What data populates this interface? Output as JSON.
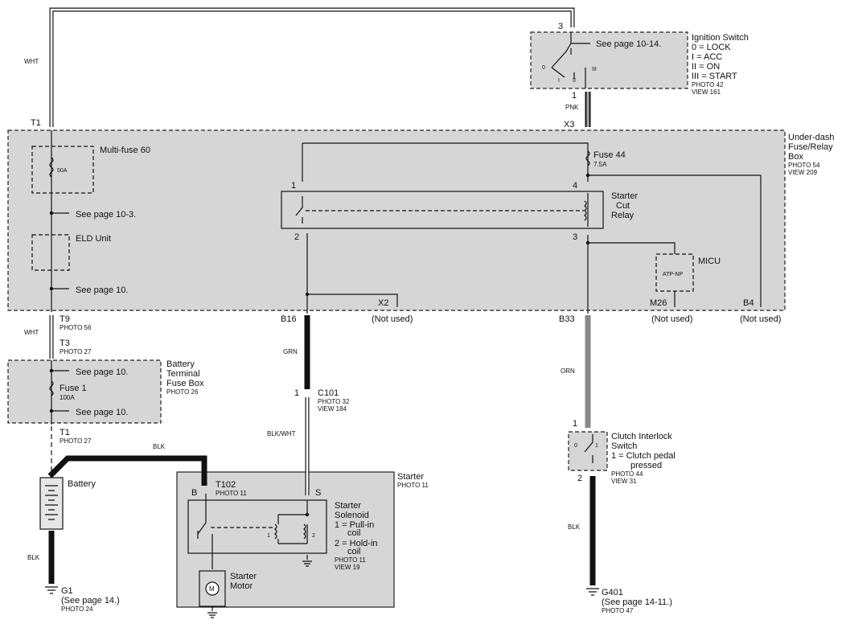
{
  "wires": {
    "wht_top": "WHT",
    "wht_mid": "WHT",
    "pnk": "PNK",
    "grn": "GRN",
    "orn": "ORN",
    "blk_wht": "BLK/WHT",
    "blk_battery": "BLK",
    "blk_ground": "BLK",
    "blk_clutch": "BLK"
  },
  "connectors": {
    "t1_top": "T1",
    "x3": "X3",
    "t9": "T9",
    "t9_photo": "PHOTO 56",
    "t3": "T3",
    "t3_photo": "PHOTO 27",
    "t1_bottom": "T1",
    "t1_bottom_photo": "PHOTO 27",
    "b16": "B16",
    "b33": "B33",
    "x2": "X2",
    "m26": "M26",
    "b4": "B4",
    "c101": "C101",
    "c101_photo": "PHOTO 32",
    "c101_view": "VIEW 184",
    "t102": "T102",
    "t102_photo": "PHOTO 11",
    "not_used_x2": "(Not used)",
    "not_used_m26": "(Not used)",
    "not_used_b4": "(Not used)"
  },
  "pins": {
    "ign_3": "3",
    "ign_1": "1",
    "relay_1": "1",
    "relay_4": "4",
    "relay_2": "2",
    "relay_3": "3",
    "c101_1": "1",
    "clutch_1": "1",
    "clutch_2": "2",
    "starter_b": "B",
    "starter_s": "S",
    "coil_1": "1",
    "coil_2": "2",
    "sw_0": "0",
    "sw_1": "1",
    "ign_pos_0": "0",
    "ign_pos_i": "I",
    "ign_pos_ii": "II",
    "ign_pos_iii": "III"
  },
  "ignition_switch": {
    "title": "Ignition Switch",
    "line1": "0 = LOCK",
    "line2": "I = ACC",
    "line3": "II = ON",
    "line4": "III = START",
    "photo": "PHOTO 42",
    "view": "VIEW 161",
    "see_page": "See page 10-14."
  },
  "underdash": {
    "title1": "Under-dash",
    "title2": "Fuse/Relay",
    "title3": "Box",
    "photo": "PHOTO 54",
    "view": "VIEW 209",
    "multifuse": "Multi-fuse 60",
    "multifuse_rating": "50A",
    "see_10_3": "See page 10-3.",
    "eld": "ELD Unit",
    "see_10": "See page 10.",
    "fuse44": "Fuse 44",
    "fuse44_rating": "7.5A",
    "relay_l1": "Starter",
    "relay_l2": "Cut",
    "relay_l3": "Relay",
    "micu": "MICU",
    "micu_inner": "ATP-NP"
  },
  "battery_box": {
    "title1": "Battery",
    "title2": "Terminal",
    "title3": "Fuse Box",
    "photo": "PHOTO 26",
    "see1": "See page 10.",
    "fuse1": "Fuse 1",
    "fuse1_rating": "100A",
    "see2": "See page 10."
  },
  "battery": {
    "label": "Battery"
  },
  "g1": {
    "label": "G1",
    "see": "(See page 14.)",
    "photo": "PHOTO 24"
  },
  "g401": {
    "label": "G401",
    "see": "(See page 14-11.)",
    "photo": "PHOTO 47"
  },
  "starter": {
    "title": "Starter",
    "photo": "PHOTO 11",
    "solenoid1": "Starter",
    "solenoid2": "Solenoid",
    "sol_l3": "1 = Pull-in",
    "sol_l4": "coil",
    "sol_l5": "2 = Hold-in",
    "sol_l6": "coil",
    "sol_photo": "PHOTO 11",
    "sol_view": "VIEW 19",
    "motor1": "Starter",
    "motor2": "Motor",
    "motor_symbol": "M"
  },
  "clutch": {
    "title1": "Clutch Interlock",
    "title2": "Switch",
    "l3": "1 = Clutch pedal",
    "l4": "pressed",
    "photo": "PHOTO 44",
    "view": "VIEW 31"
  }
}
